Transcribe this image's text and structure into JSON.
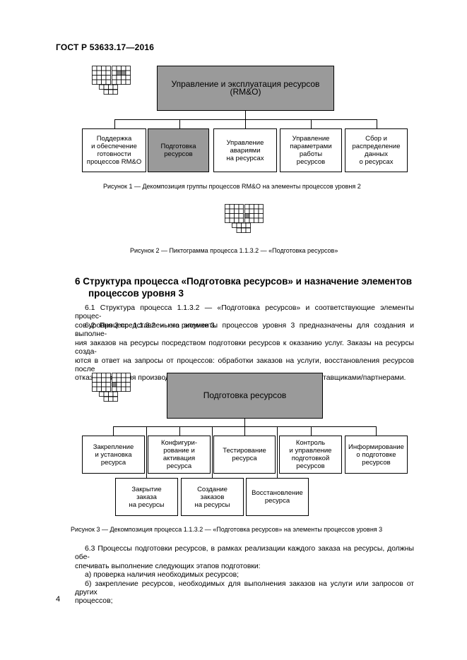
{
  "header": "ГОСТ Р 53633.17—2016",
  "figure1": {
    "top": "Управление и эксплуатация ресурсов (RM&O)",
    "boxes": [
      "Поддержка\nи обеспечение\nготовности\nпроцессов RM&O",
      "Подготовка\nресурсов",
      "Управление\nавариями\nна ресурсах",
      "Управление\nпараметрами\nработы\nресурсов",
      "Сбор и\nраспределение\nданных\nо ресурсах"
    ],
    "caption": "Рисунок 1 — Декомпозиция группы процессов RM&O на элементы процессов уровня 2"
  },
  "figure2": {
    "caption": "Рисунок 2 — Пиктограмма процесса 1.1.3.2 — «Подготовка ресурсов»"
  },
  "section": {
    "heading_line1": "6  Структура процесса «Подготовка ресурсов» и назначение элементов",
    "heading_line2": "процессов уровня 3",
    "p1_l1": "6.1  Структура процесса 1.1.3.2 — «Подготовка ресурсов» и соответствующие элементы процес-",
    "p1_l2": "сов уровня 3 представлены на рисунке 3.",
    "p2_l1": "6.2  Процесс 1.1.3.2 и его элементы процессов уровня 3 предназначены для создания и выполне-",
    "p2_l2": "ния заказов на ресурсы посредством подготовки ресурсов к оказанию услуг. Заказы на ресурсы созда-",
    "p2_l3": "ются в ответ на запросы от процессов: обработки заказов на услуги, восстановления ресурсов после",
    "p2_l4": "отказов, контроля производительности ресурсов, поставки ресурсов поставщиками/партнерами."
  },
  "figure3": {
    "top": "Подготовка ресурсов",
    "row1": [
      "Закрепление\nи установка\nресурса",
      "Конфигури-\nрование и\nактивация\nресурса",
      "Тестирование\nресурса",
      "Контроль\nи управление\nподготовкой\nресурсов",
      "Информирование\nо подготовке\nресурсов"
    ],
    "row2": [
      "Закрытие\nзаказа\nна ресурсы",
      "Создание\nзаказов\nна ресурсы",
      "Восстановление\nресурса"
    ],
    "caption": "Рисунок 3 — Декомпозиция процесса 1.1.3.2 — «Подготовка ресурсов» на элементы процессов уровня 3"
  },
  "section2": {
    "p3_l1": "6.3  Процессы подготовки ресурсов, в рамках реализации каждого заказа на ресурсы, должны обе-",
    "p3_l2": "спечивать выполнение следующих этапов подготовки:",
    "item_a": "а)  проверка наличия необходимых ресурсов;",
    "item_b1": "б)  закрепление ресурсов, необходимых для выполнения заказов на услуги или запросов от других",
    "item_b2": "процессов;"
  },
  "page_number": "4"
}
